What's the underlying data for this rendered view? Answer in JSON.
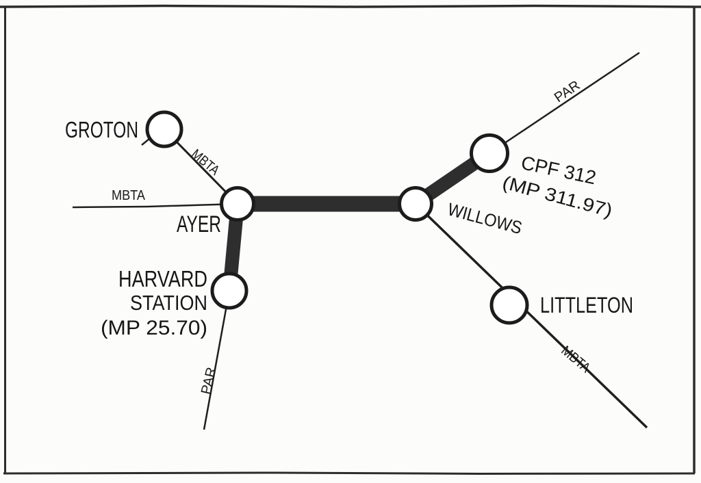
{
  "map": {
    "description": "Railroad junction schematic",
    "stations": {
      "groton": {
        "name": "GROTON"
      },
      "ayer": {
        "name": "AYER"
      },
      "willows": {
        "name": "WILLOWS"
      },
      "cpf312": {
        "name": "CPF 312",
        "milepost": "(MP 311.97)"
      },
      "harvard_station": {
        "name_line1": "HARVARD",
        "name_line2": "STATION",
        "milepost": "(MP 25.70)"
      },
      "littleton": {
        "name": "LITTLETON"
      }
    },
    "railroads": {
      "mbta_west": {
        "label": "MBTA"
      },
      "mbta_groton": {
        "label": "MBTA"
      },
      "mbta_littleton": {
        "label": "MBTA"
      },
      "par_northeast": {
        "label": "PAR"
      },
      "par_south": {
        "label": "PAR"
      }
    },
    "colors": {
      "ink": "#1c1c1c",
      "thick_track": "#2e2e2e",
      "station_fill": "#ffffff",
      "frame": "#2c2c2c",
      "paper": "#fcfcfb"
    }
  }
}
